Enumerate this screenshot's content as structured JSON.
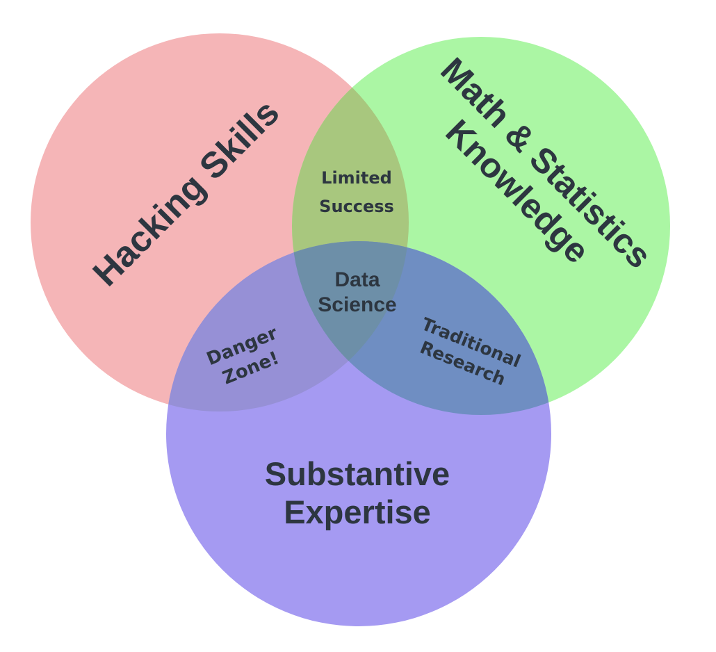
{
  "circles": {
    "hacking": {
      "label": "Hacking Skills",
      "color": "#f5b5b7"
    },
    "math": {
      "label_line1": "Math & Statistics",
      "label_line2": "Knowledge",
      "color": "#abf6a4"
    },
    "substantive": {
      "label_line1": "Substantive",
      "label_line2": "Expertise",
      "color": "#a59af2"
    }
  },
  "overlaps": {
    "hacking_math": {
      "line1": "Limited",
      "line2": "Success",
      "color": "#a8c77e"
    },
    "hacking_substantive": {
      "line1": "Danger",
      "line2": "Zone!",
      "color": "#9690d6"
    },
    "math_substantive": {
      "line1": "Traditional",
      "line2": "Research",
      "color": "#6f8ec2"
    },
    "center": {
      "line1": "Data",
      "line2": "Science",
      "color": "#6d8fa8"
    }
  },
  "text_color": "#2d3640"
}
